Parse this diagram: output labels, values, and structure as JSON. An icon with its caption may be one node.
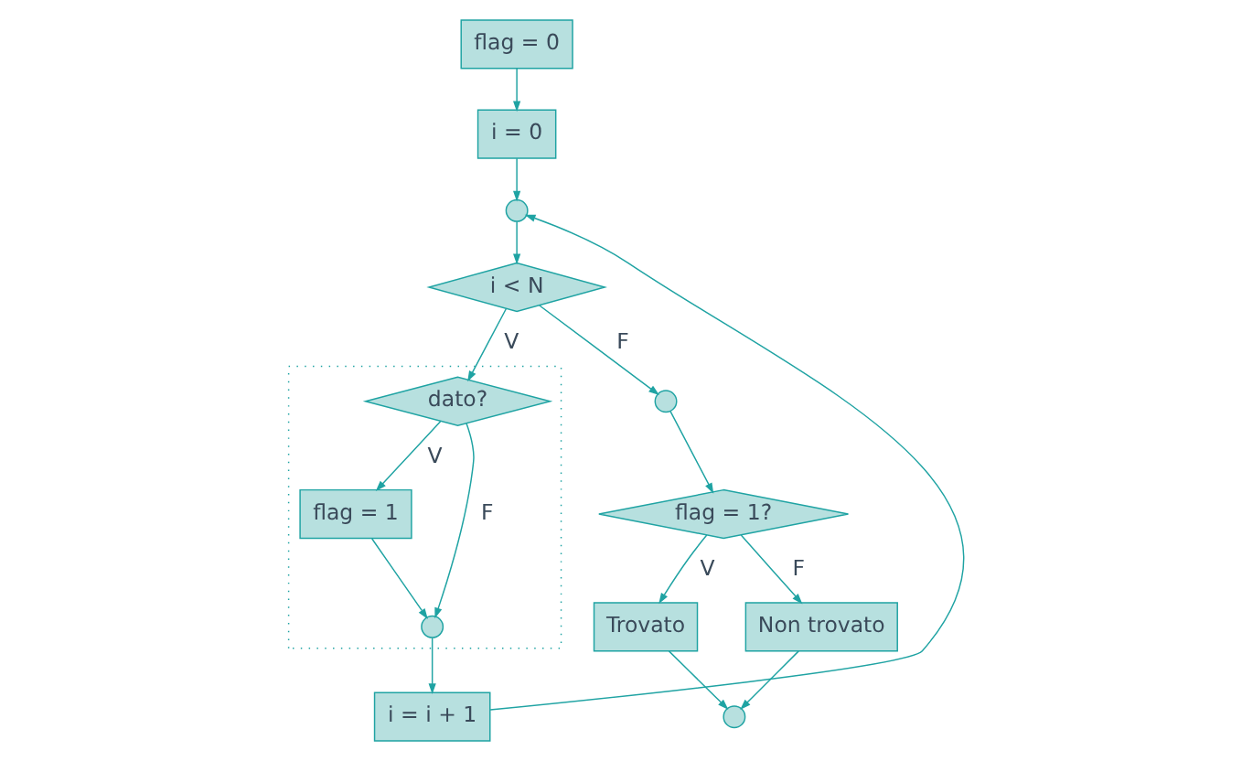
{
  "diagram": {
    "nodes": [
      {
        "text": [
          "flag = 0"
        ]
      },
      {
        "text": [
          "i = 0"
        ]
      },
      {
        "text": [],
        "shape": "circle"
      },
      {
        "text": [
          "i < N"
        ]
      },
      {
        "text": [],
        "shape": "box"
      },
      {
        "text": [
          "dato?"
        ],
        "in": 4
      },
      {
        "text": [
          "flag = 1"
        ],
        "in": 4
      },
      {
        "text": [],
        "shape": "circle",
        "in": 4
      },
      {
        "text": [
          "i = i + 1"
        ]
      },
      {
        "text": [],
        "shape": "circle"
      },
      {
        "text": [
          "flag = 1?"
        ]
      },
      {
        "text": [
          "Trovato"
        ]
      },
      {
        "text": [
          "Non trovato"
        ]
      },
      {
        "text": [],
        "shape": "circle"
      }
    ],
    "edges": [
      {
        "from": 0,
        "to": 1,
        "arrow": "to"
      },
      {
        "from": 1,
        "to": 2,
        "arrow": "to"
      },
      {
        "from": 2,
        "to": 3,
        "arrow": "to"
      },
      {
        "from": 3,
        "to": 5,
        "arrow": "to",
        "label": "V"
      },
      {
        "from": 5,
        "to": 6,
        "arrow": "to",
        "label": "V"
      },
      {
        "from": 5,
        "to": 7,
        "arrow": "to",
        "label": "F"
      },
      {
        "from": 6,
        "to": 7,
        "arrow": "to"
      },
      {
        "from": 7,
        "to": 8,
        "arrow": "to"
      },
      {
        "from": 8,
        "to": 2,
        "arrow": "to"
      },
      {
        "from": 3,
        "to": 9,
        "arrow": "to",
        "label": "F"
      },
      {
        "from": 9,
        "to": 10,
        "arrow": "to"
      },
      {
        "from": 10,
        "to": 11,
        "arrow": "to",
        "label": "V"
      },
      {
        "from": 10,
        "to": 12,
        "arrow": "to",
        "label": "F"
      },
      {
        "from": 11,
        "to": 13,
        "arrow": "to"
      },
      {
        "from": 12,
        "to": 13,
        "arrow": "to"
      }
    ]
  }
}
